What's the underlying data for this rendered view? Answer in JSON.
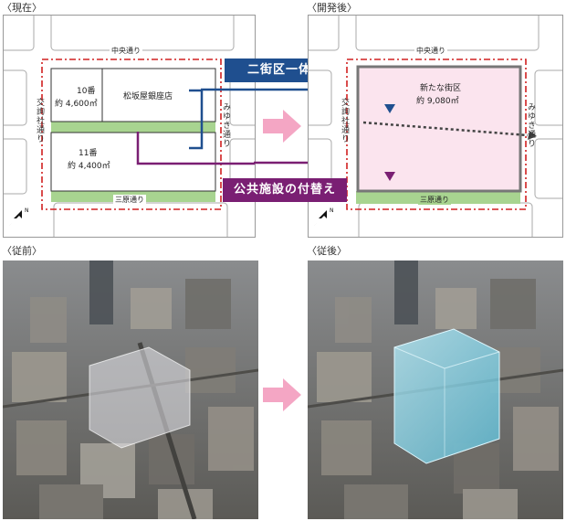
{
  "sections": {
    "current": "〈現在〉",
    "after_development": "〈開発後〉",
    "before": "〈従前〉",
    "after": "〈従後〉"
  },
  "streets": {
    "chuo": "中央通り",
    "sanbara": "三原通り",
    "kojunsha": "交詢社通り",
    "miyuki": "みゆき通り"
  },
  "blocks_current": {
    "block10_name": "10番",
    "block10_area": "約 4,600㎡",
    "matsuzakaya": "松坂屋銀座店",
    "block11_name": "11番",
    "block11_area": "約 4,400㎡"
  },
  "block_new": {
    "name": "新たな街区",
    "area": "約 9,080㎡"
  },
  "banners": {
    "integration": "二街区一体化",
    "public_facility": "公共施設の付替え"
  },
  "colors": {
    "banner_blue": "#1f4f8f",
    "banner_purple": "#7a1f73",
    "road_green": "#a8d490",
    "new_block_pink": "#fbe4ee",
    "boundary_red": "#d02020",
    "arrow_pink": "#f4a6c4"
  }
}
